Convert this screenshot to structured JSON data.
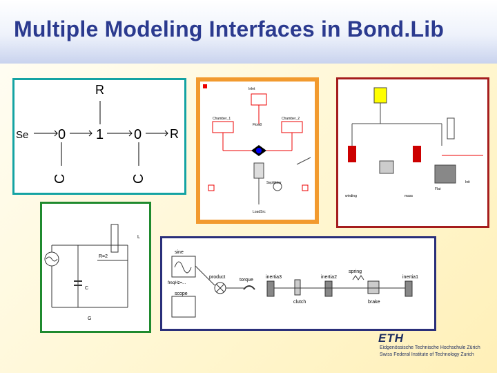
{
  "slide": {
    "title": "Multiple Modeling Interfaces in Bond.Lib"
  },
  "bond_graph": {
    "se": "Se",
    "j0_left": "0",
    "j1": "1",
    "j0_right": "0",
    "r_top": "R",
    "r_right": "R",
    "c_left": "C",
    "c_right": "C"
  },
  "diagram": {
    "labels": [
      "Inlet",
      "Chamber_1",
      "Chamber_2",
      "Flow0",
      "SepMotor",
      "LoadSrc"
    ]
  },
  "mechanics": {
    "labels": [
      "winding",
      "mass",
      "Flat",
      "Init"
    ]
  },
  "circuit": {
    "labels": [
      "R=2",
      "L",
      "C",
      "G"
    ]
  },
  "blocks": {
    "items": [
      {
        "label": "sine"
      },
      {
        "label": "freqHz=..."
      },
      {
        "label": "scope"
      },
      {
        "label": "product"
      },
      {
        "label": "torque"
      },
      {
        "label": "inertia3"
      },
      {
        "label": "clutch"
      },
      {
        "label": "inertia2"
      },
      {
        "label": "spring"
      },
      {
        "label": "brake"
      },
      {
        "label": "inertia1"
      }
    ]
  },
  "footer": {
    "logo": "ETH",
    "line_de": "Eidgenössische Technische Hochschule Zürich",
    "line_en": "Swiss Federal Institute of Technology Zurich"
  },
  "colors": {
    "title": "#2b3a8f",
    "teal": "#14a3a3",
    "orange": "#f29a2e",
    "red": "#a51d1d",
    "green": "#1f8a2e",
    "navy": "#2a2f7a"
  }
}
